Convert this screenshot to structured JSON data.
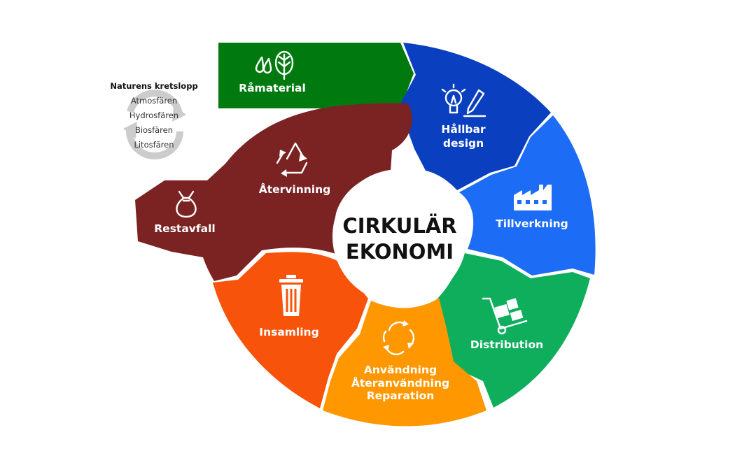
{
  "center": {
    "line1": "CIRKULÄR",
    "line2": "EKONOMI"
  },
  "segments": {
    "ramaterial": {
      "label": "Råmaterial",
      "color": "#007a0e",
      "icon": "water-drops-tree-icon"
    },
    "hallbar": {
      "line1": "Hållbar",
      "line2": "design",
      "color": "#0a3fbf",
      "icon": "lightbulb-pencil-icon"
    },
    "tillverkning": {
      "label": "Tillverkning",
      "color": "#1c6cf5",
      "icon": "factory-icon"
    },
    "distribution": {
      "label": "Distribution",
      "color": "#0fae5c",
      "icon": "hand-truck-boxes-icon"
    },
    "anvandning": {
      "line1": "Användning",
      "line2": "Återanvändning",
      "line3": "Reparation",
      "color": "#ff9800",
      "icon": "circular-arrows-icon"
    },
    "insamling": {
      "label": "Insamling",
      "color": "#f7530a",
      "icon": "trash-bin-icon"
    },
    "atervinning": {
      "label": "Återvinning",
      "color": "#7b2323",
      "icon": "recycle-icon"
    },
    "restavfall": {
      "label": "Restavfall",
      "color": "#7b2323",
      "icon": "garbage-bag-icon"
    }
  },
  "nature": {
    "title": "Naturens kretslopp",
    "items": [
      "Atmosfären",
      "Hydrosfären",
      "Biosfären",
      "Litosfären"
    ],
    "icon": "cycle-arrows-icon"
  }
}
